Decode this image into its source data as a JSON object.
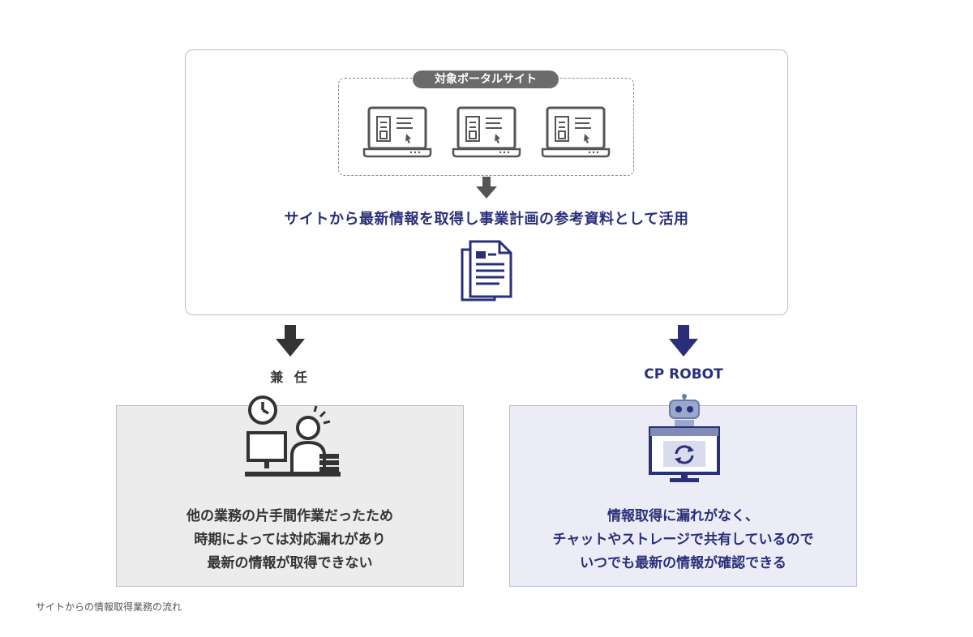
{
  "diagram": {
    "portal_group_label": "対象ポータルサイト",
    "top_caption": "サイトから最新情報を取得し事業計画の参考資料として活用",
    "left": {
      "label": "兼 任",
      "lines": [
        "他の業務の片手間作業だったため",
        "時期によっては対応漏れがあり",
        "最新の情報が取得できない"
      ]
    },
    "right": {
      "label": "CP ROBOT",
      "lines": [
        "情報取得に漏れがなく、",
        "チャットやストレージで共有しているので",
        "いつでも最新の情報が確認できる"
      ]
    },
    "footer_caption": "サイトからの情報取得業務の流れ"
  },
  "colors": {
    "navy": "#2a2f7a",
    "dark_gray": "#333333",
    "left_box_bg": "#ececec",
    "right_box_bg": "#ececf6"
  },
  "icons": [
    "laptop-icon",
    "arrow-down-icon",
    "document-stack-icon",
    "clock-icon",
    "worker-at-desk-icon",
    "robot-icon",
    "monitor-sync-icon"
  ]
}
